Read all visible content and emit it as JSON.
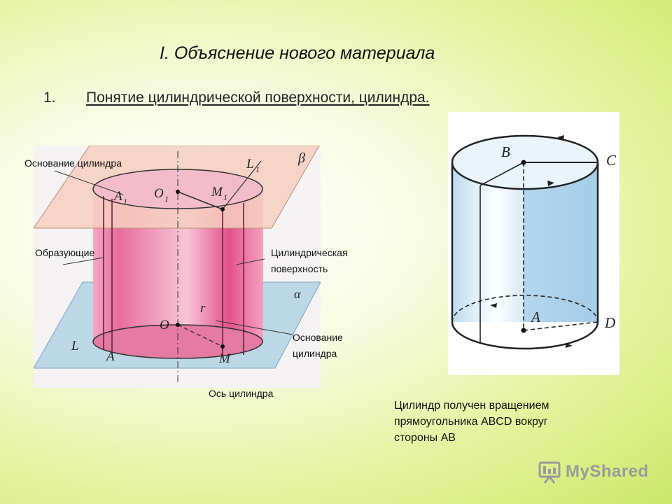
{
  "title": "I. Объяснение нового материала",
  "subheading": {
    "number": "1.",
    "text": "Понятие цилиндрической поверхности, цилиндра."
  },
  "figure1": {
    "labels": {
      "base_top": "Основание цилиндра",
      "generatrices": "Образующие",
      "surface_line1": "Цилиндрическая",
      "surface_line2": "поверхность",
      "base_bottom_line1": "Основание",
      "base_bottom_line2": "цилиндра",
      "axis": "Ось цилиндра"
    },
    "letters": {
      "beta": "β",
      "alpha": "α",
      "L1": "L",
      "L1_sub": "1",
      "A1": "A",
      "A1_sub": "1",
      "O1": "O",
      "O1_sub": "1",
      "M1": "M",
      "M1_sub": "1",
      "O": "O",
      "r": "r",
      "L": "L",
      "A": "A",
      "M": "M"
    }
  },
  "figure2": {
    "letters": {
      "B": "B",
      "C": "C",
      "A": "A",
      "D": "D"
    }
  },
  "caption": {
    "line1": "Цилиндр получен вращением",
    "line2": "прямоугольника ABCD вокруг",
    "line3": "стороны AB"
  },
  "watermark": "MyShared",
  "colors": {
    "cylinder_pink": "#e4528a",
    "plane_blue": "#a9cde0",
    "plane_pink": "#f3c9b9",
    "cylinder_blue": "#a8cfe8"
  }
}
